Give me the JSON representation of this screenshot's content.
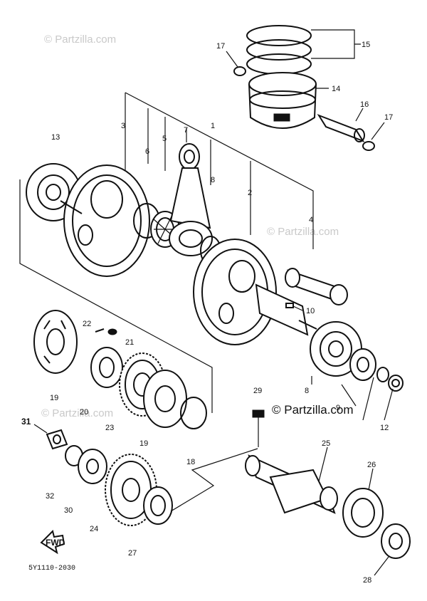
{
  "watermarks": {
    "tl": "© Partzilla.com",
    "mid": "© Partzilla.com",
    "bl": "© Partzilla.com",
    "main": "© Partzilla.com"
  },
  "diagram_code": "5Y1110-2030",
  "fwd_label": "FWD",
  "labels": {
    "p1": "1",
    "p2": "2",
    "p3": "3",
    "p4": "4",
    "p5": "5",
    "p6": "6",
    "p7": "7",
    "p8": "8",
    "p8b": "8",
    "p9": "9",
    "p10": "10",
    "p12": "12",
    "p13": "13",
    "p14": "14",
    "p15": "15",
    "p16": "16",
    "p17a": "17",
    "p17b": "17",
    "p18": "18",
    "p19a": "19",
    "p19b": "19",
    "p20": "20",
    "p21": "21",
    "p22": "22",
    "p23": "23",
    "p24": "24",
    "p25": "25",
    "p26": "26",
    "p27": "27",
    "p28": "28",
    "p29": "29",
    "p30": "30",
    "p31": "31",
    "p32": "32"
  }
}
